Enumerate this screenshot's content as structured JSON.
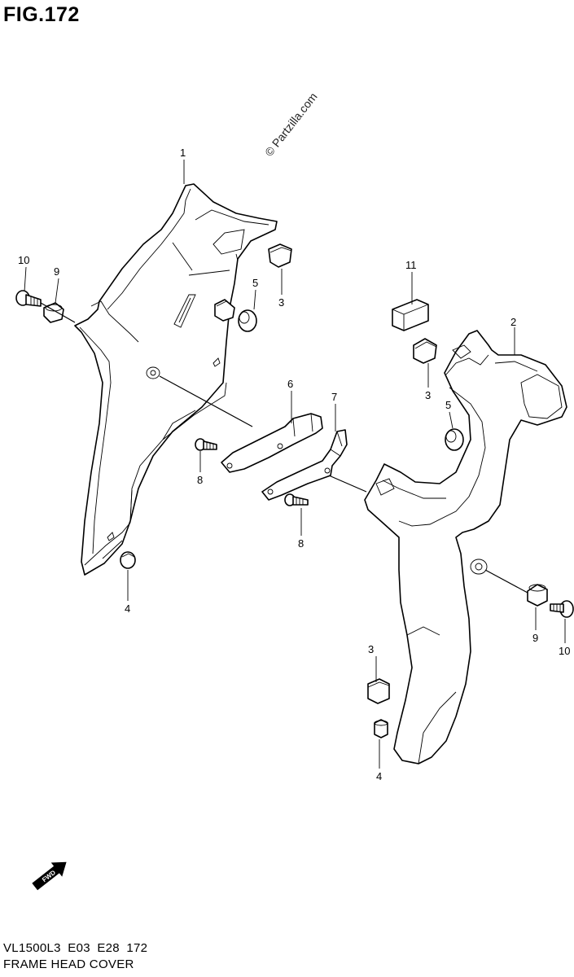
{
  "figure": {
    "title": "FIG.172",
    "watermark": "© Partzilla.com",
    "model_code": "VL1500L3  E03  E28  172",
    "section_name": "FRAME HEAD COVER",
    "fwd_label": "FWD"
  },
  "callouts": {
    "c1": "1",
    "c2": "2",
    "c3a": "3",
    "c3b": "3",
    "c3c": "3",
    "c4a": "4",
    "c4b": "4",
    "c5a": "5",
    "c5b": "5",
    "c6": "6",
    "c7": "7",
    "c8a": "8",
    "c8b": "8",
    "c9a": "9",
    "c9b": "9",
    "c10a": "10",
    "c10b": "10",
    "c11": "11"
  },
  "icons": {
    "fwd_arrow": "fwd-arrow-icon"
  }
}
